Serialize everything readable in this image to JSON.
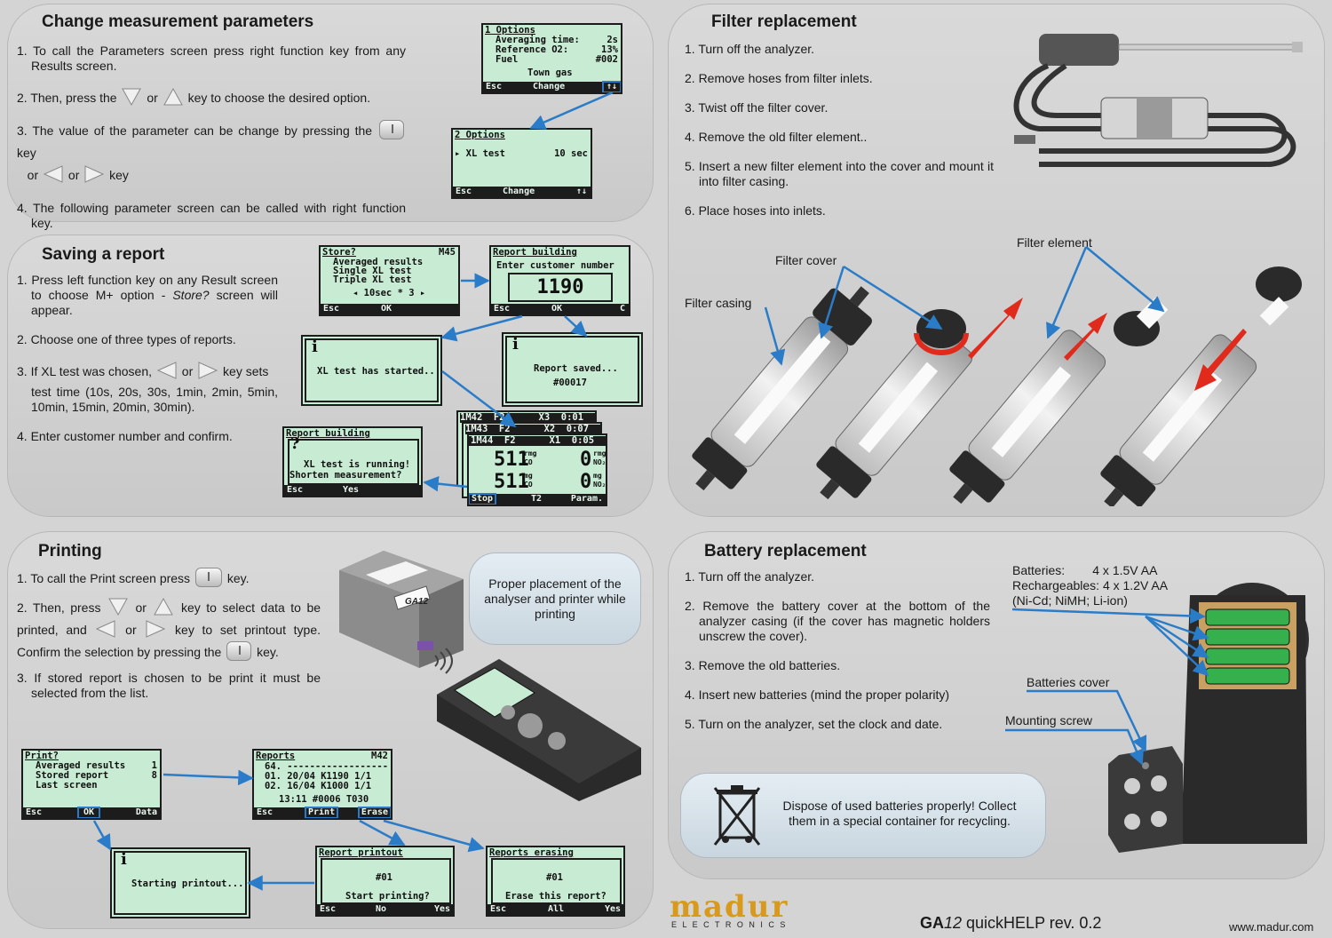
{
  "change": {
    "title": "Change measurement parameters",
    "s1": "1. To call the Parameters screen press right function key from any Results screen.",
    "s2a": "2. Then, press the",
    "s2b": "or",
    "s2c": "key to choose the desired option.",
    "s3a": "3. The value of the parameter can be change by pressing the",
    "s3b": "key",
    "s3c": "or",
    "s3d": "or",
    "s3e": "key",
    "s4": "4. The following parameter screen can be called with right function key.",
    "lcd1": {
      "title": "1 Options",
      "r1": "Averaging time:",
      "r1v": "2s",
      "r2": "Reference O2:",
      "r2v": "13%",
      "r3": "Fuel",
      "r3v": "#002",
      "r4": "Town gas",
      "b1": "Esc",
      "b2": "Change",
      "b3": "↑↓"
    },
    "lcd2": {
      "title": "2 Options",
      "r1": "▸ XL test",
      "r1v": "10 sec",
      "b1": "Esc",
      "b2": "Change",
      "b3": "↑↓"
    }
  },
  "saving": {
    "title": "Saving a report",
    "s1a": "1. Press left function key on any Result screen to choose M+ option -",
    "s1b": "Store?",
    "s1c": "screen will appear.",
    "s2": "2. Choose one of three types of reports.",
    "s3a": "3. If XL test was chosen,",
    "s3b": "or",
    "s3c": "key sets",
    "s3d": "test time (10s, 20s, 30s, 1min, 2min, 5min, 10min, 15min, 20min, 30min).",
    "s4": "4. Enter customer number and confirm.",
    "store": {
      "title": "Store?",
      "mem": "M45",
      "r1": "Averaged results",
      "r2": "Single XL test",
      "r3": "Triple XL test",
      "r4": "◂ 10sec * 3 ▸",
      "b1": "Esc",
      "b2": "OK"
    },
    "rb1": {
      "title": "Report building",
      "r1": "Enter customer number",
      "num": "1190",
      "b1": "Esc",
      "b2": "OK",
      "b3": "C"
    },
    "xlstart": {
      "icon": "i",
      "text": "XL test has started..."
    },
    "saved": {
      "icon": "i",
      "r1": "Report saved...",
      "r2": "#00017"
    },
    "rb2": {
      "title": "Report building",
      "icon": "?",
      "r1": "XL test is running!",
      "r2": "Shorten measurement?",
      "b1": "Esc",
      "b2": "Yes"
    },
    "stack": {
      "h3": "1M42  F2      X3  0:01",
      "h2": "1M43  F2      X2  0:07",
      "h1": "1M44  F2      X1  0:05",
      "v1": "511",
      "u1a": "rmg",
      "u1b": "CO",
      "v2": "0",
      "u2a": "rmg",
      "u2b": "NO₂",
      "v3": "511",
      "u3a": "mg",
      "u3b": "CO",
      "v4": "0",
      "u4a": "mg",
      "u4b": "NO₂",
      "b1": "Stop",
      "b2": "T2",
      "b3": "Param."
    }
  },
  "printing": {
    "title": "Printing",
    "s1a": "1. To call the Print screen press",
    "s1b": "key.",
    "s2a": "2. Then, press",
    "s2b": "or",
    "s2c": "key to select data to be printed, and",
    "s2d": "or",
    "s2e": "key to set printout type. Confirm the selection by pressing the",
    "s2f": "key.",
    "s3": "3. If stored report is chosen to be print it must be selected from the list.",
    "bubble": "Proper placement of the analyser and printer while printing",
    "printer_label": "GA12",
    "print": {
      "title": "Print?",
      "r1": "Averaged results",
      "r1v": "1",
      "r2": "Stored report",
      "r2v": "8",
      "r3": "Last screen",
      "b1": "Esc",
      "b2": "OK",
      "b3": "Data"
    },
    "reports": {
      "title": "Reports",
      "mem": "M42",
      "r1": "64. ------------------",
      "r2": "01. 20/04 K1190 1/1",
      "r3": "02. 16/04 K1000 1/1",
      "r4": "13:11 #0006 T030",
      "b1": "Esc",
      "b2": "Print",
      "b3": "Erase"
    },
    "starting": {
      "icon": "i",
      "text": "Starting printout..."
    },
    "printout": {
      "title": "Report printout",
      "r1": "#01",
      "r2": "Start printing?",
      "b1": "Esc",
      "b2": "No",
      "b3": "Yes"
    },
    "erasing": {
      "title": "Reports erasing",
      "r1": "#01",
      "r2": "Erase this report?",
      "b1": "Esc",
      "b2": "All",
      "b3": "Yes"
    }
  },
  "filter": {
    "title": "Filter replacement",
    "steps": [
      "1. Turn off the analyzer.",
      "2. Remove hoses from filter inlets.",
      "3. Twist off the filter cover.",
      "4. Remove the old filter element..",
      "5. Insert a new filter element into the cover and mount it into filter casing.",
      "6. Place hoses into inlets."
    ],
    "lbl_casing": "Filter casing",
    "lbl_cover": "Filter cover",
    "lbl_element": "Filter element"
  },
  "battery": {
    "title": "Battery replacement",
    "steps": [
      "1. Turn off the analyzer.",
      "2. Remove the battery cover at the bottom of the analyzer casing (if the cover has magnetic holders unscrew the cover).",
      "3. Remove the old batteries.",
      "4. Insert new batteries (mind the proper polarity)",
      "5. Turn on the analyzer, set the clock and date."
    ],
    "info1": "Batteries:        4 x 1.5V AA",
    "info2": "Rechargeables: 4 x 1.2V AA",
    "info3": "(Ni-Cd; NiMH; Li-ion)",
    "lbl_cover": "Batteries cover",
    "lbl_screw": "Mounting screw",
    "dispose": "Dispose of used batteries properly! Collect them in a special container for recycling."
  },
  "footer": {
    "brand": "madur",
    "brand_sub": "E L E C T R O N I C S",
    "model_a": "GA",
    "model_b": "12",
    "model_c": " quickHELP rev. 0.2",
    "url": "www.madur.com"
  },
  "colors": {
    "lcd": "#c8ebd3",
    "arrow_blue": "#2b7cc8",
    "arrow_red": "#e02a1c",
    "brand": "#d99a1c"
  }
}
